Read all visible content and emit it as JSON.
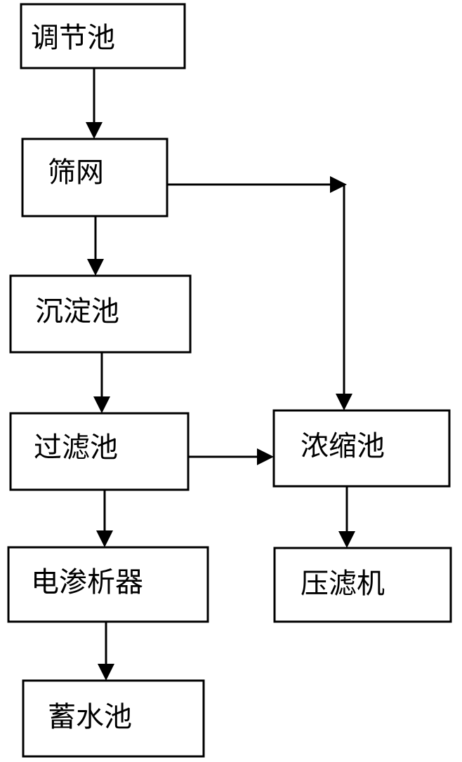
{
  "nodes": {
    "regulating_tank": "调节池",
    "screen": "筛网",
    "sedimentation_tank": "沉淀池",
    "filter_tank": "过滤池",
    "electrodialyzer": "电渗析器",
    "storage_tank": "蓄水池",
    "thickening_tank": "浓缩池",
    "filter_press": "压滤机"
  },
  "edges": [
    {
      "from": "regulating_tank",
      "to": "screen"
    },
    {
      "from": "screen",
      "to": "sedimentation_tank"
    },
    {
      "from": "screen",
      "to": "thickening_tank"
    },
    {
      "from": "sedimentation_tank",
      "to": "filter_tank"
    },
    {
      "from": "filter_tank",
      "to": "electrodialyzer"
    },
    {
      "from": "filter_tank",
      "to": "thickening_tank"
    },
    {
      "from": "electrodialyzer",
      "to": "storage_tank"
    },
    {
      "from": "thickening_tank",
      "to": "filter_press"
    }
  ],
  "colors": {
    "stroke": "#000000",
    "background": "#ffffff"
  }
}
